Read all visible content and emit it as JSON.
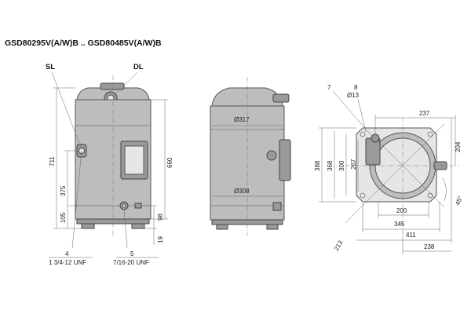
{
  "title": "GSD80295V(A/W)B .. GSD80485V(A/W)B",
  "labels": {
    "sl": "SL",
    "dl": "DL",
    "d317": "Ø317",
    "d308": "Ø308",
    "callout_7": "7",
    "callout_8": "8",
    "d13": "Ø13",
    "callout_4": "4",
    "thread_4": "1 3/4-12 UNF",
    "callout_5": "5",
    "thread_5": "7/16-20 UNF",
    "angle_45": "45°"
  },
  "dimensions": {
    "h711": "711",
    "h660": "660",
    "h375": "375",
    "h105": "105",
    "h98": "98",
    "h19": "19",
    "h388": "388",
    "h368": "368",
    "h300": "300",
    "h267": "267",
    "w237": "237",
    "h204": "204",
    "w200": "200",
    "w345": "345",
    "w411": "411",
    "w238": "238",
    "d213": "213"
  }
}
